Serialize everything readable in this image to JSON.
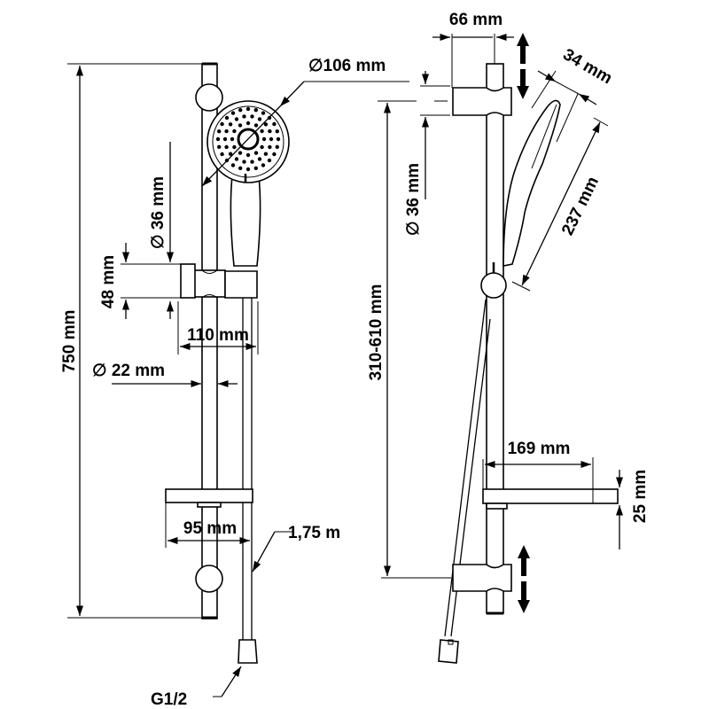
{
  "diagram": {
    "title": "Shower rail set dimensions",
    "colors": {
      "line": "#000000",
      "background": "#ffffff"
    },
    "front_view": {
      "labels": {
        "total_height": "750 mm",
        "head_diameter": "∅106 mm",
        "holder_diameter": "∅ 36 mm",
        "holder_height": "48 mm",
        "holder_depth": "110 mm",
        "rail_diameter": "∅ 22 mm",
        "soap_dish_depth": "95 mm",
        "hose_length": "1,75 m",
        "connector_thread": "G1/2"
      }
    },
    "side_view": {
      "labels": {
        "bracket_offset": "66 mm",
        "handset_width": "34 mm",
        "handset_length": "237 mm",
        "holder_diameter": "∅ 36 mm",
        "adjust_range": "310-610 mm",
        "dish_projection": "169 mm",
        "dish_height": "25 mm"
      },
      "icons": [
        "adjust-up-down-arrow-icon",
        "adjust-up-down-arrow-icon"
      ]
    }
  }
}
